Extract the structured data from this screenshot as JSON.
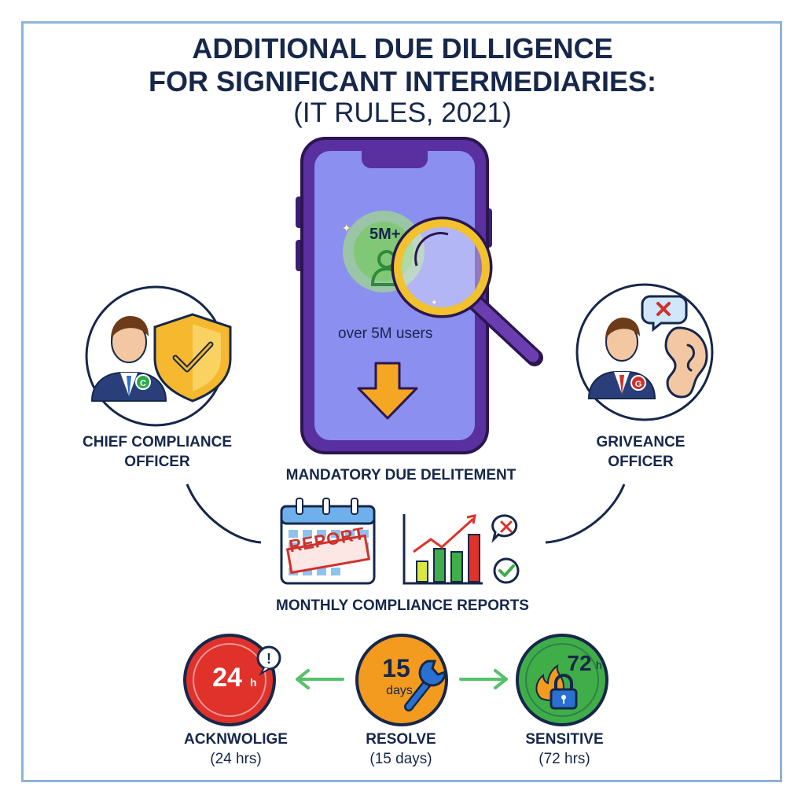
{
  "header": {
    "line1": "ADDITIONAL DUE DILLIGENCE",
    "line2": "FOR SIGNIFICANT INTERMEDIARIES:",
    "line3": "(IT RULES, 2021)"
  },
  "phone": {
    "badge": "5M+",
    "caption": "over 5M users",
    "icons": [
      "phone-icon",
      "users-icon",
      "magnifier-icon",
      "down-arrow-icon"
    ]
  },
  "chief_officer": {
    "line1": "CHIEF COMPLIANCE",
    "line2": "OFFICER",
    "badge_letter": "C",
    "icons": [
      "officer-avatar-icon",
      "shield-check-icon"
    ]
  },
  "grievance_officer": {
    "line1": "GRIVEANCE",
    "line2": "OFFICER",
    "badge_letter": "G",
    "icons": [
      "officer-avatar-icon",
      "ear-icon",
      "speech-bubble-x-icon"
    ]
  },
  "mandatory_label": "MANDATORY DUE DELITEMENT",
  "reports": {
    "stamp": "REPORT",
    "label": "MONTHLY COMPLIANCE REPORTS",
    "icons": [
      "calendar-icon",
      "bar-chart-icon",
      "x-bubble-icon",
      "check-icon"
    ]
  },
  "timelines": [
    {
      "value": "24",
      "unit": "h",
      "title": "ACKNWOLIGE",
      "sub": "(24 hrs)",
      "color": "#e0312b"
    },
    {
      "value": "15",
      "unit": "days",
      "title": "RESOLVE",
      "sub": "(15 days)",
      "color": "#f29b1f"
    },
    {
      "value": "72",
      "unit": "h",
      "title": "SENSITIVE",
      "sub": "(72 hrs)",
      "color": "#3fae49"
    }
  ],
  "colors": {
    "navy": "#16274a",
    "frame": "#8fb3da",
    "phone_body": "#5a2fa0",
    "phone_screen": "#8a8ff0",
    "arrow_green": "#55c26a"
  }
}
